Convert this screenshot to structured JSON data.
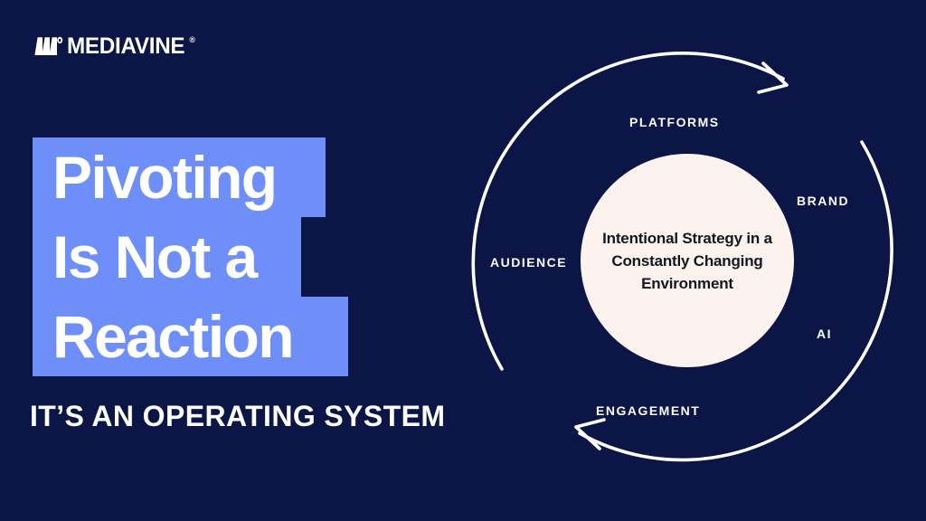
{
  "theme": {
    "background": "#0b1546",
    "highlight": "#6e8ff8",
    "text_light": "#ffffff",
    "circle_fill": "#fcf3ee",
    "circle_text": "#13171f",
    "arc_stroke": "#ffffff"
  },
  "brand": {
    "logo_mark": "mediavine-bars-icon",
    "wordmark": "MEDIAVINE",
    "registered_mark": "®"
  },
  "headline": {
    "lines": [
      "Pivoting",
      "Is Not a",
      "Reaction"
    ]
  },
  "subhead": {
    "text": "IT’S AN OPERATING SYSTEM"
  },
  "diagram": {
    "center": {
      "text": "Intentional Strategy in a Constantly Changing Environment"
    },
    "orbit_labels": [
      {
        "id": "platforms",
        "text": "PLATFORMS"
      },
      {
        "id": "brand",
        "text": "BRAND"
      },
      {
        "id": "ai",
        "text": "AI"
      },
      {
        "id": "engagement",
        "text": "ENGAGEMENT"
      },
      {
        "id": "audience",
        "text": "AUDIENCE"
      }
    ],
    "arcs": [
      {
        "id": "upper-arc",
        "direction": "clockwise-to-top-right",
        "arrowhead": "top-right"
      },
      {
        "id": "lower-arc",
        "direction": "clockwise-to-bottom-left",
        "arrowhead": "bottom-left"
      }
    ]
  }
}
